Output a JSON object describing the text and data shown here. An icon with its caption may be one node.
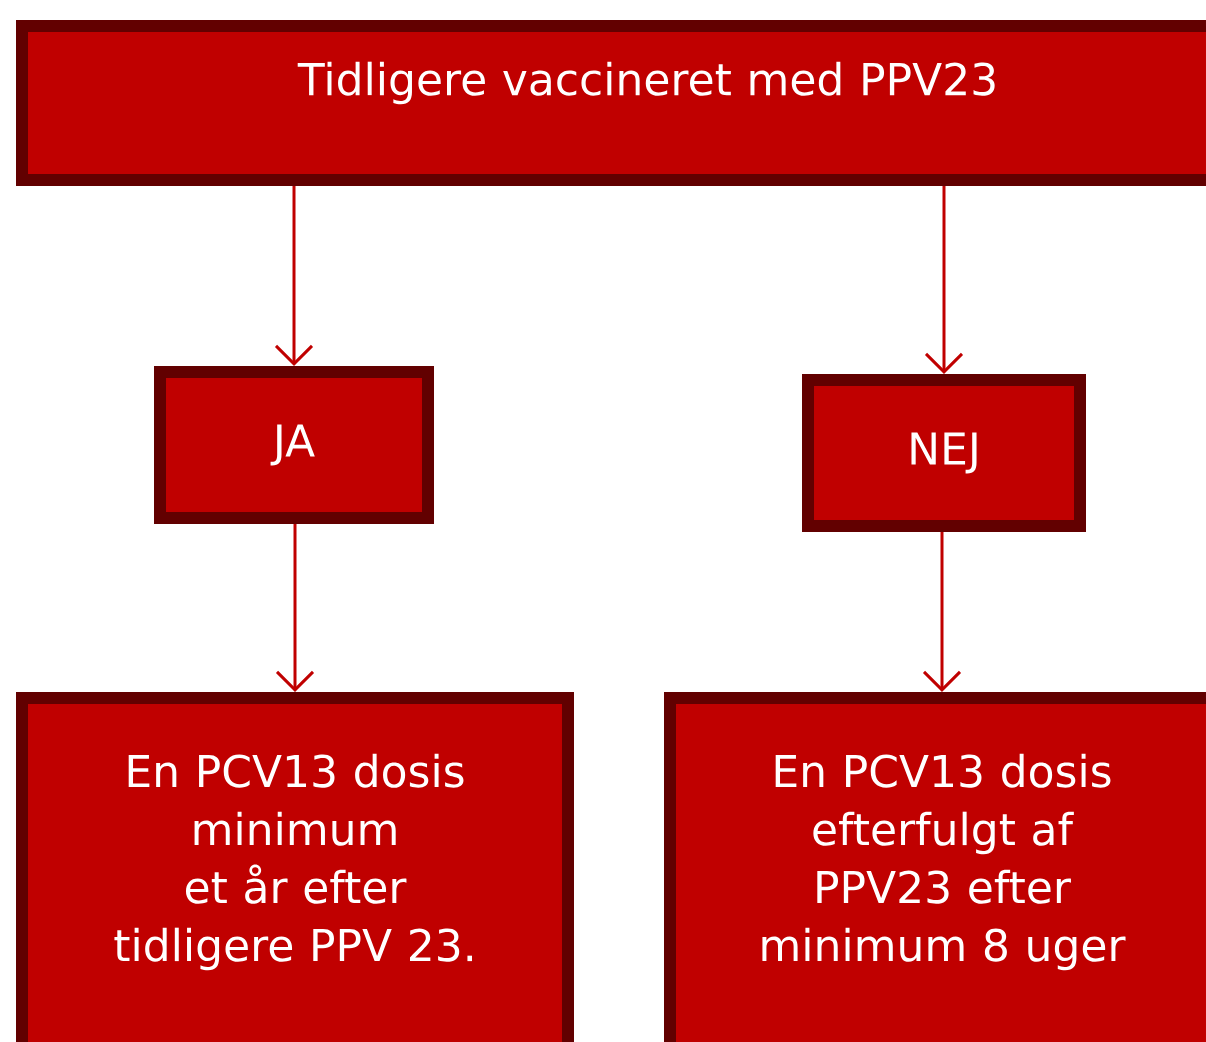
{
  "diagram": {
    "nodes": [
      {
        "text": [
          "Tidligere vaccineret med PPV23"
        ]
      },
      {
        "text": [
          "JA"
        ]
      },
      {
        "text": [
          "NEJ"
        ]
      },
      {
        "text": [
          "En PCV13 dosis minimum et år efter tidligere PPV 23."
        ]
      },
      {
        "text": [
          "En PCV13 dosis efterfulgt af PPV23 efter minimum 8 uger"
        ]
      }
    ],
    "edges": [
      {
        "from": 0,
        "to": 1,
        "arrow": "to"
      },
      {
        "from": 0,
        "to": 2,
        "arrow": "to"
      },
      {
        "from": 1,
        "to": 3,
        "arrow": "to"
      },
      {
        "from": 2,
        "to": 4,
        "arrow": "to"
      }
    ]
  }
}
